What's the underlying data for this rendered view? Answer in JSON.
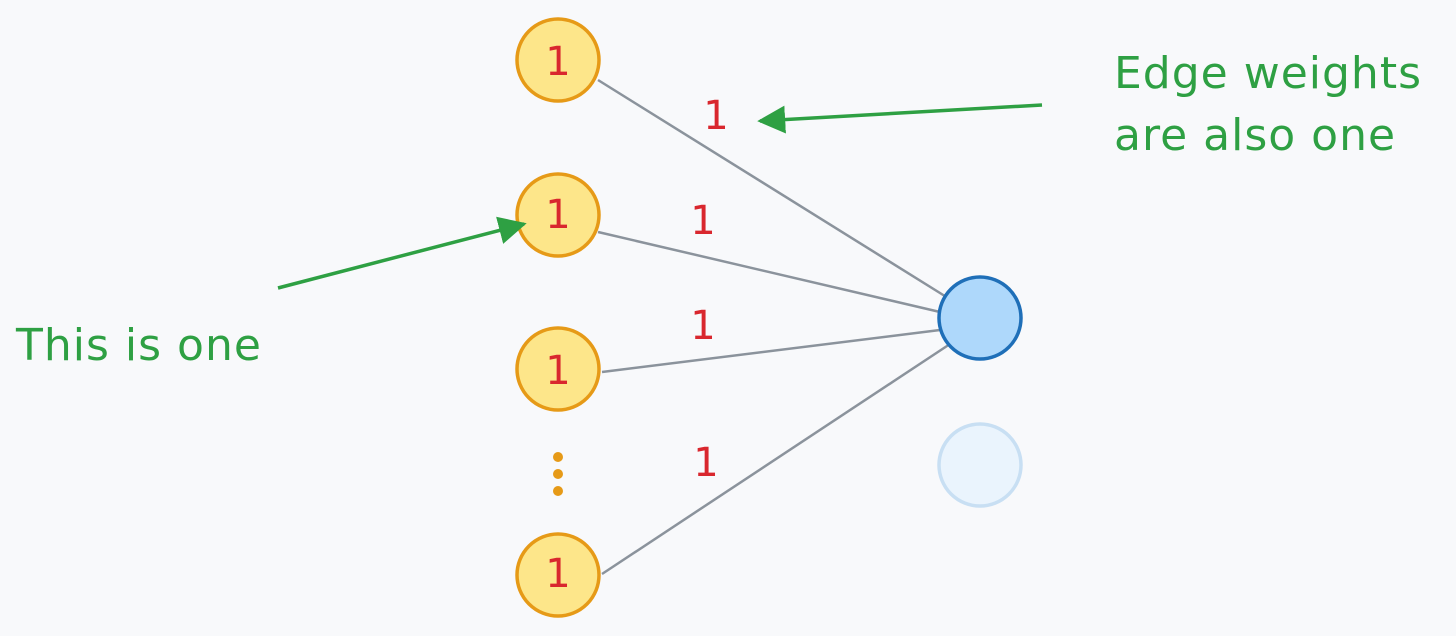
{
  "inputs": [
    {
      "value": "1"
    },
    {
      "value": "1"
    },
    {
      "value": "1"
    },
    {
      "value": "1"
    }
  ],
  "weights": [
    {
      "value": "1"
    },
    {
      "value": "1"
    },
    {
      "value": "1"
    },
    {
      "value": "1"
    }
  ],
  "annotations": {
    "input_note": "This is one",
    "weight_note_line1": "Edge weights",
    "weight_note_line2": "are also one"
  },
  "colors": {
    "input_fill": "#fde68a",
    "input_stroke": "#e69a17",
    "value_text": "#d9272e",
    "output_fill": "#aed8fb",
    "output_stroke": "#1f6fb8",
    "ghost_fill": "#eaf4fd",
    "ghost_stroke": "#c8dff3",
    "edge": "#8b939c",
    "annotation": "#2ea043",
    "ellipsis": "#e69a17"
  }
}
